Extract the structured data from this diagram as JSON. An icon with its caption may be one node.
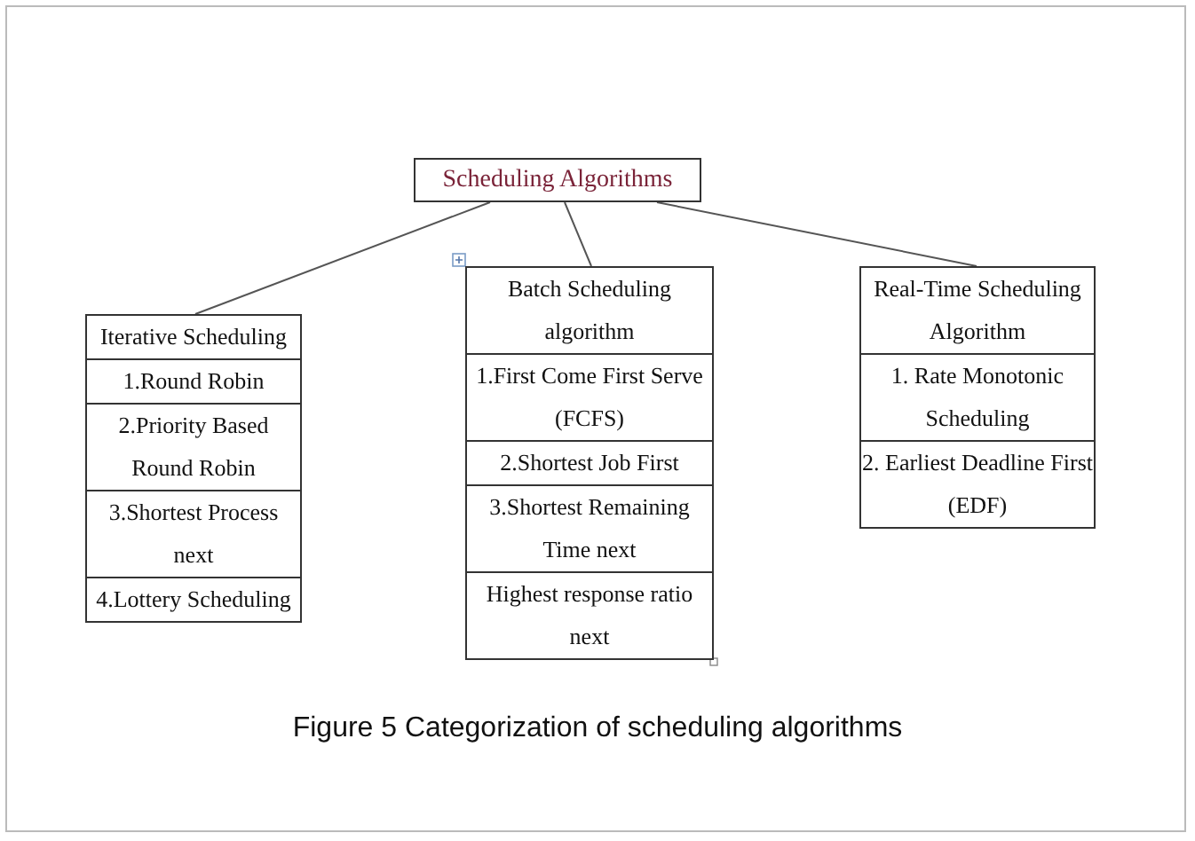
{
  "diagram": {
    "caption": "Figure 5 Categorization of scheduling algorithms",
    "nodes": [
      {
        "text": [
          "Scheduling Algorithms"
        ]
      },
      {
        "text": [
          "Iterative Scheduling"
        ]
      },
      {
        "text": [
          "1.Round Robin"
        ],
        "in": 1
      },
      {
        "text": [
          "2.Priority Based Round Robin"
        ],
        "in": 1
      },
      {
        "text": [
          "3.Shortest Process next"
        ],
        "in": 1
      },
      {
        "text": [
          "4.Lottery Scheduling"
        ],
        "in": 1
      },
      {
        "text": [
          "Batch Scheduling algorithm"
        ]
      },
      {
        "text": [
          "1.First Come First Serve (FCFS)"
        ],
        "in": 6
      },
      {
        "text": [
          "2.Shortest Job First"
        ],
        "in": 6
      },
      {
        "text": [
          "3.Shortest Remaining Time next"
        ],
        "in": 6
      },
      {
        "text": [
          "Highest response ratio next"
        ],
        "in": 6
      },
      {
        "text": [
          "Real-Time Scheduling Algorithm"
        ]
      },
      {
        "text": [
          "1. Rate Monotonic Scheduling"
        ],
        "in": 11
      },
      {
        "text": [
          "2. Earliest Deadline First (EDF)"
        ],
        "in": 11
      }
    ],
    "edges": [
      {
        "from": 0,
        "to": 1,
        "arrow": "none"
      },
      {
        "from": 0,
        "to": 6,
        "arrow": "none"
      },
      {
        "from": 0,
        "to": 11,
        "arrow": "none"
      }
    ]
  }
}
